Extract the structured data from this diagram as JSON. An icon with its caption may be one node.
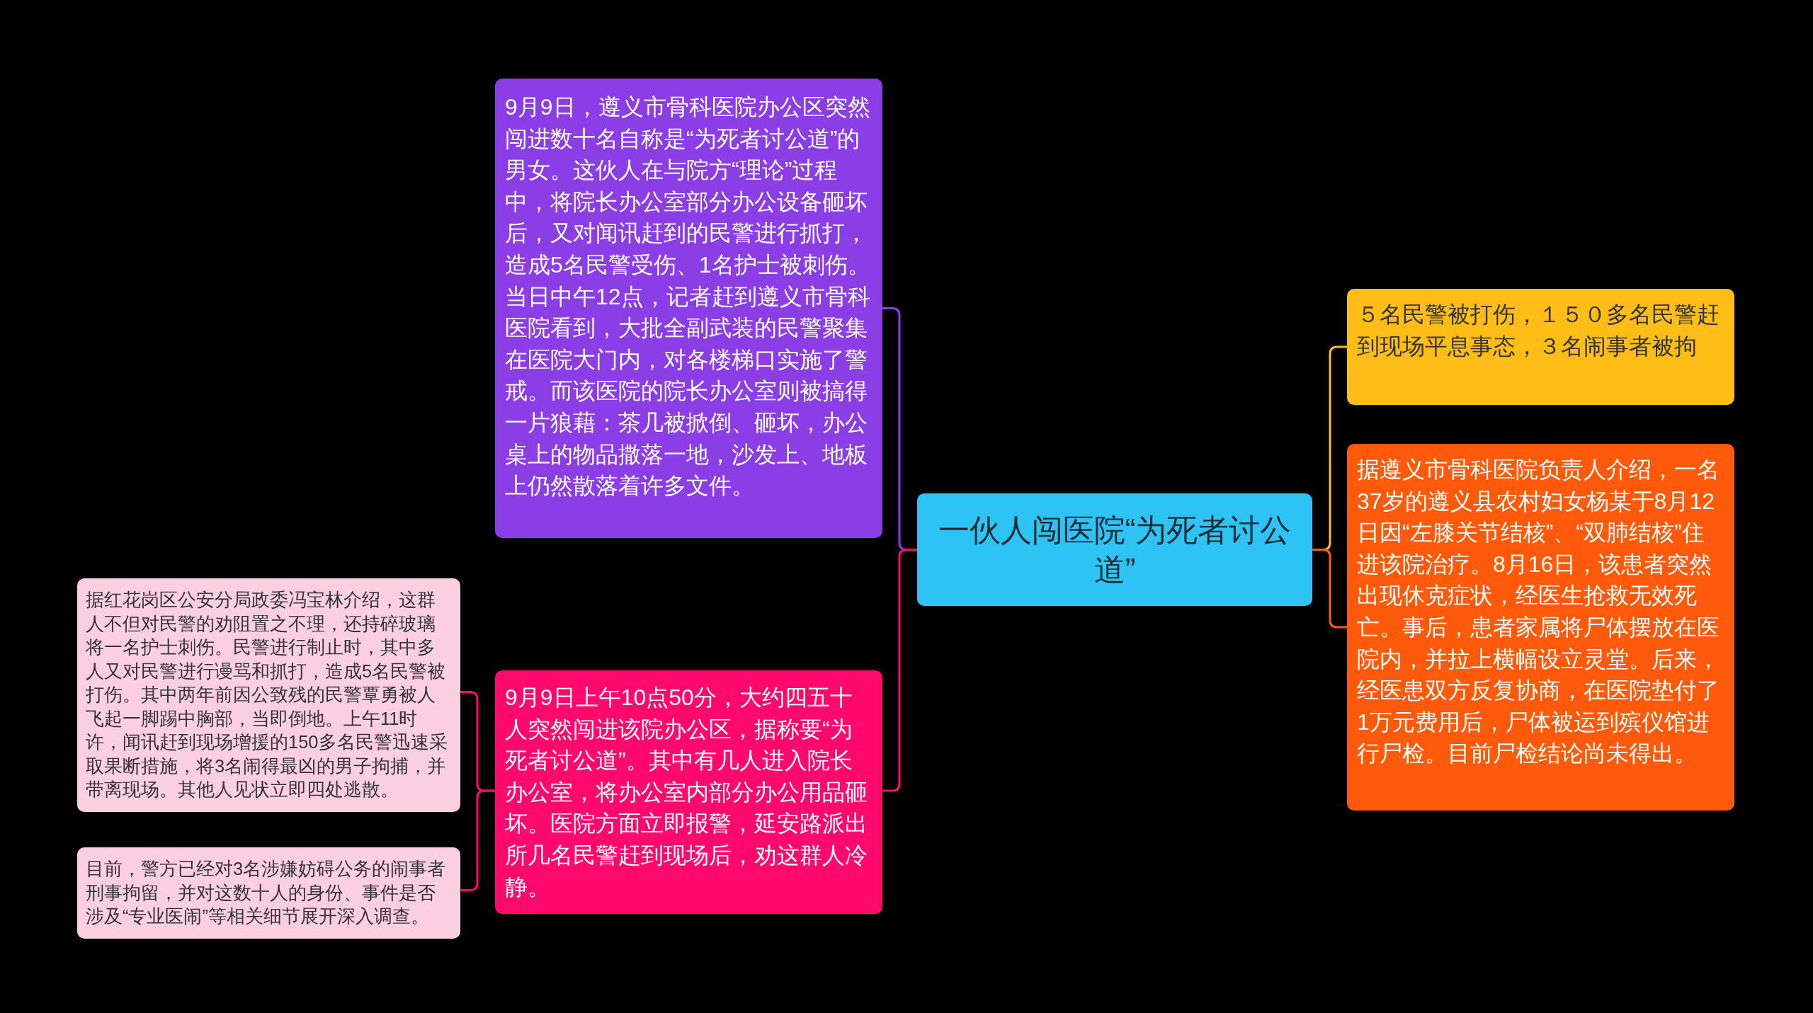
{
  "diagram": {
    "nodes": [
      {
        "text": [
          "一伙人闯医院“为死者讨公道”"
        ]
      },
      {
        "text": [
          "9月9日，遵义市骨科医院办公区突然闯进数十名自称是“为死者讨公道”的男女。这伙人在与院方“理论”过程中，将院长办公室部分办公设备砸坏后，又对闻讯赶到的民警进行抓打，造成5名民警受伤、1名护士被刺伤。当日中午12点，记者赶到遵义市骨科医院看到，大批全副武装的民警聚集在医院大门内，对各楼梯口实施了警戒。而该医院的院长办公室则被搞得一片狼藉：茶几被掀倒、砸坏，办公桌上的物品撒落一地，沙发上、地板上仍然散落着许多文件。"
        ]
      },
      {
        "text": [
          "9月9日上午10点50分，大约四五十人突然闯进该院办公区，据称要“为死者讨公道”。其中有几人进入院长办公室，将办公室内部分办公用品砸坏。医院方面立即报警，延安路派出所几名民警赶到现场后，劝这群人冷静。"
        ]
      },
      {
        "text": [
          "据红花岗区公安分局政委冯宝林介绍，这群人不但对民警的劝阻置之不理，还持碎玻璃将一名护士刺伤。民警进行制止时，其中多人又对民警进行谩骂和抓打，造成5名民警被打伤。其中两年前因公致残的民警覃勇被人飞起一脚踢中胸部，当即倒地。上午11时许，闻讯赶到现场增援的150多名民警迅速采取果断措施，将3名闹得最凶的男子拘捕，并带离现场。其他人见状立即四处逃散。"
        ]
      },
      {
        "text": [
          "目前，警方已经对3名涉嫌妨碍公务的闹事者刑事拘留，并对这数十人的身份、事件是否涉及“专业医闹”等相关细节展开深入调查。"
        ]
      },
      {
        "text": [
          "５名民警被打伤，１５０多名民警赶到现场平息事态，３名闹事者被拘"
        ]
      },
      {
        "text": [
          "据遵义市骨科医院负责人介绍，一名37岁的遵义县农村妇女杨某于8月12日因“左膝关节结核”、“双肺结核”住进该院治疗。8月16日，该患者突然出现休克症状，经医生抢救无效死亡。事后，患者家属将尸体摆放在医院内，并拉上横幅设立灵堂。后来，经医患双方反复协商，在医院垫付了1万元费用后，尸体被运到殡仪馆进行尸检。目前尸检结论尚未得出。"
        ]
      }
    ],
    "edges": [
      {
        "from": 0,
        "to": 1,
        "arrow": "none",
        "color": "#8b3ee6"
      },
      {
        "from": 0,
        "to": 2,
        "arrow": "none",
        "color": "#ff0a6c"
      },
      {
        "from": 2,
        "to": 3,
        "arrow": "none",
        "color": "#ff0a6c"
      },
      {
        "from": 2,
        "to": 4,
        "arrow": "none",
        "color": "#ff0a6c"
      },
      {
        "from": 0,
        "to": 5,
        "arrow": "none",
        "color": "#ffbd16"
      },
      {
        "from": 0,
        "to": 6,
        "arrow": "none",
        "color": "#ff5a0a"
      }
    ]
  }
}
